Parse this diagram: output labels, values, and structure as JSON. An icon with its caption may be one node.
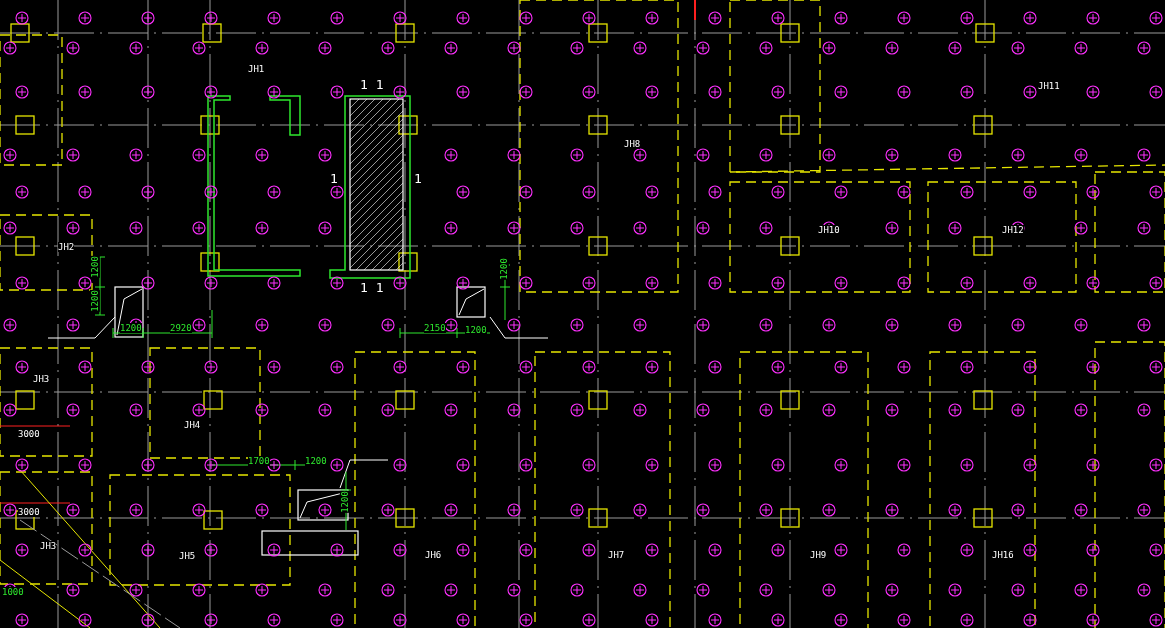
{
  "diagram": {
    "labels": [
      "JH1",
      "1 1",
      "JH11",
      "JH8",
      "1",
      "1",
      "JH10",
      "JH12",
      "JH2",
      "1 1",
      "1200",
      "1200",
      "1200",
      "2920",
      "2150",
      "1200",
      "1200",
      "JH3",
      "3000",
      "JH4",
      "1700",
      "1200",
      "1200",
      "3000",
      "JH3",
      "JH5",
      "JH6",
      "JH7",
      "JH9",
      "JH16",
      "1000"
    ]
  }
}
